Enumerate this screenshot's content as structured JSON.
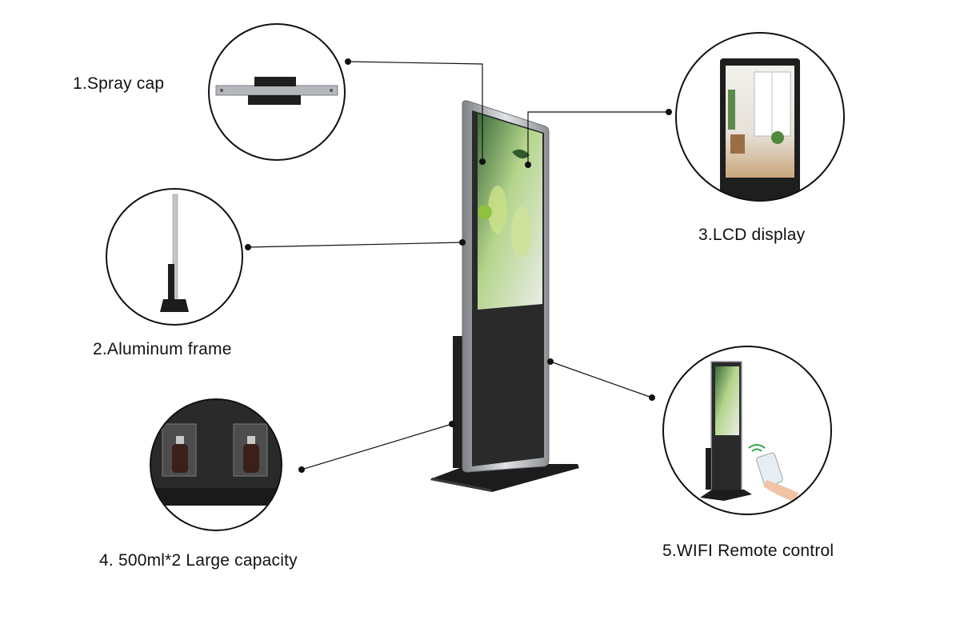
{
  "features": [
    {
      "id": "spray-cap",
      "label": "1.Spray cap"
    },
    {
      "id": "aluminum-frame",
      "label": "2.Aluminum frame"
    },
    {
      "id": "lcd-display",
      "label": "3.LCD display"
    },
    {
      "id": "large-capacity",
      "label": "4. 500ml*2 Large capacity"
    },
    {
      "id": "wifi-remote",
      "label": "5.WIFI Remote control"
    }
  ],
  "colors": {
    "outline": "#111111",
    "frame_silver": "#a9acb0",
    "body_black": "#2b2b2b",
    "screen_green": "#9fc46a"
  }
}
